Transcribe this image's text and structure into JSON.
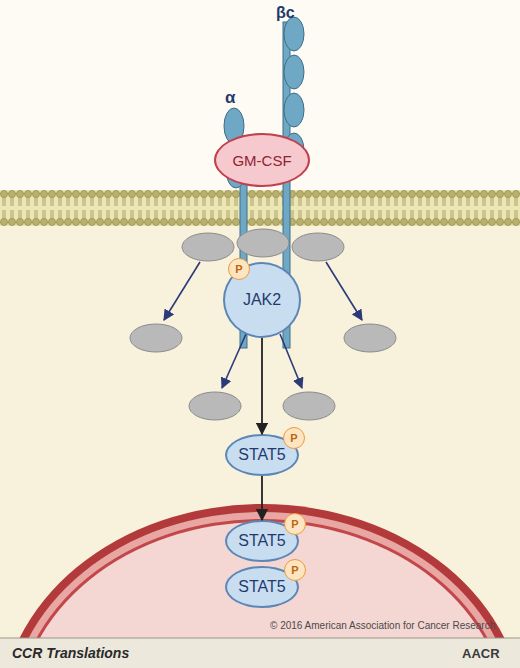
{
  "diagram": {
    "nodes": [
      {
        "text": [
          "GM-CSF"
        ]
      },
      {
        "text": [
          "JAK2"
        ]
      },
      {
        "text": [
          "P"
        ]
      },
      {
        "text": [
          "STAT5"
        ]
      },
      {
        "text": [
          "P"
        ]
      },
      {
        "text": [
          "STAT5"
        ]
      },
      {
        "text": [
          "P"
        ]
      },
      {
        "text": [
          "STAT5"
        ]
      },
      {
        "text": [
          "P"
        ]
      }
    ],
    "edges": [
      {
        "from": 1,
        "to": 3,
        "arrow": "to"
      },
      {
        "from": 3,
        "to": 5,
        "arrow": "to"
      }
    ],
    "labels": [
      "α",
      "βc",
      "© 2016 American Association for Cancer Research",
      "CCR Translations",
      "AACR"
    ]
  }
}
